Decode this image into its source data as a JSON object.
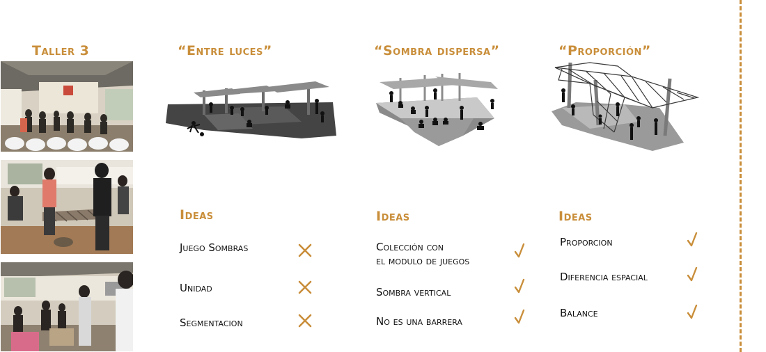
{
  "taller": {
    "title": "Taller 3"
  },
  "colors": {
    "accent": "#c98e3a",
    "text": "#111111"
  },
  "concepts": [
    {
      "title": "“Entre luces”",
      "ideas_heading": "Ideas",
      "ideas": [
        {
          "label": "Juego Sombras",
          "status": "x"
        },
        {
          "label": "Unidad",
          "status": "x"
        },
        {
          "label": "Segmentacion",
          "status": "x"
        }
      ]
    },
    {
      "title": "“Sombra dispersa”",
      "ideas_heading": "Ideas",
      "ideas": [
        {
          "label": "Colección con",
          "label2": "el modulo de juegos",
          "status": "check"
        },
        {
          "label": "Sombra vertical",
          "status": "check"
        },
        {
          "label": "No es una barrera",
          "status": "check"
        }
      ]
    },
    {
      "title": "“Proporción”",
      "ideas_heading": "Ideas",
      "ideas": [
        {
          "label": "Proporcion",
          "status": "check"
        },
        {
          "label": "Diferencia espacial",
          "status": "check"
        },
        {
          "label": "Balance",
          "status": "check"
        }
      ]
    }
  ],
  "icons": {
    "x": "cross-icon",
    "check": "check-icon"
  }
}
